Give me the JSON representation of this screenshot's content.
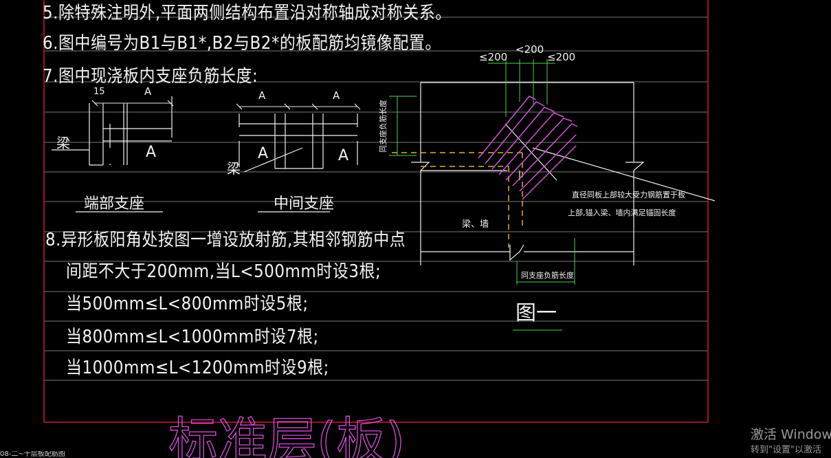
{
  "notes": {
    "note5": "5.除特殊注明外,平面两侧结构布置沿对称轴成对称关系。",
    "note6": "6.图中编号为B1与B1*,B2与B2*的板配筋均镜像配置。",
    "note7": "7.图中现浇板内支座负筋长度:",
    "note8": "8.异形板阳角处按图一增设放射筋,其相邻钢筋中点",
    "note8_line2": "间距不大于200mm,当L<500mm时设3根;",
    "note8_line3": "当500mm≤L<800mm时设5根;",
    "note8_line4": "当800mm≤L<1000mm时设7根;",
    "note8_line5": "当1000mm≤L<1200mm时设9根;"
  },
  "end_support": {
    "dim_15": "15",
    "dim_a_top": "A",
    "dim_a_side": "A",
    "beam_label": "梁",
    "caption": "端部支座"
  },
  "middle_support": {
    "dim_a_left": "A",
    "dim_a_right": "A",
    "dim_a_low_left": "A",
    "dim_a_low_right": "A",
    "beam_label": "梁",
    "caption": "中间支座"
  },
  "figure1": {
    "dim_left": "≤200",
    "dim_mid": "<200",
    "dim_right": "≤200",
    "vertical_label": "同支座负筋长度",
    "beam_wall_label": "梁、墙",
    "leader_line1": "直径同板上部较大受力钢筋置于板",
    "leader_line2": "上部,锚入梁、墙内满足锚固长度",
    "bottom_dim_label": "同支座负筋长度",
    "caption": "图一"
  },
  "title_watermark": "标准层(板)",
  "os_watermark": {
    "line1": "激活 Windows",
    "line2": "转到\"设置\"以激活"
  },
  "layout_tab": "08-二~十层板配筋图",
  "colors": {
    "background": "#000000",
    "text": "#f2f2f2",
    "frame_red": "#d01a2a",
    "magenta": "#d94fd9",
    "green": "#4fd24f",
    "yellow_dashed": "#e3b21f",
    "grid_line": "#7a7a7a"
  }
}
